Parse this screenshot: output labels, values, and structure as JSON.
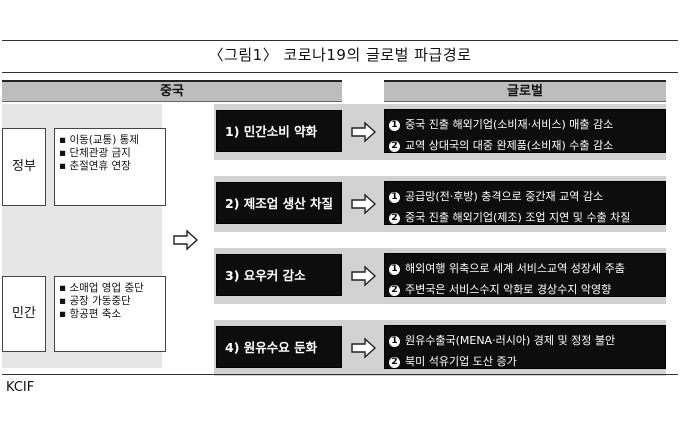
{
  "title": "〈그림1〉 코로나19의 글로벌 파급경로",
  "headers": {
    "china": "중국",
    "global": "글로벌"
  },
  "left_groups": [
    {
      "label": "정부",
      "items": [
        "이동(교통) 통제",
        "단체관광 금지",
        "춘절연휴 연장"
      ]
    },
    {
      "label": "민간",
      "items": [
        "소매업 영업 중단",
        "공장 가동중단",
        "항공편 축소"
      ]
    }
  ],
  "channels": [
    {
      "cause": "1) 민간소비 약화",
      "effects": [
        "중국 진출 해외기업(소비재·서비스) 매출 감소",
        "교역 상대국의 대중 완제품(소비재) 수출 감소"
      ]
    },
    {
      "cause": "2) 제조업 생산 차질",
      "effects": [
        "공급망(전·후방) 충격으로 중간재 교역 감소",
        "중국 진출 해외기업(제조) 조업 지연 및 수출 차질"
      ]
    },
    {
      "cause": "3) 요우커 감소",
      "effects": [
        "해외여행 위축으로 세계 서비스교역 성장세 주춤",
        "주변국은 서비스수지 악화로 경상수지 악영향"
      ]
    },
    {
      "cause": "4) 원유수요 둔화",
      "effects": [
        "원유수출국(MENA·러시아) 경제 및 정정 불안",
        "북미 석유기업 도산 증가"
      ]
    }
  ],
  "bullet_numbers": [
    "1",
    "2"
  ],
  "bullet_mark": "▪",
  "source": "KCIF"
}
